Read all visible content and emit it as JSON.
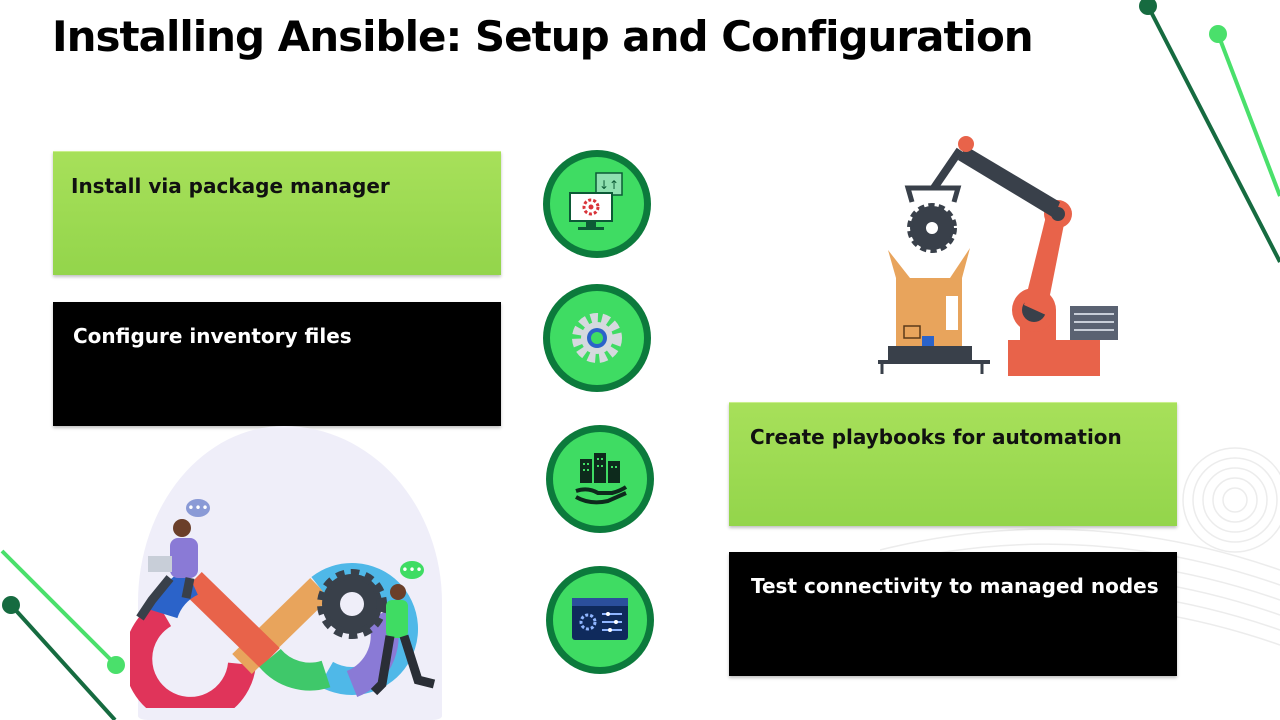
{
  "slide": {
    "title": "Installing Ansible: Setup and Configuration"
  },
  "steps": [
    {
      "label": "Install via package manager",
      "icon": "computer-sync-icon"
    },
    {
      "label": "Configure inventory files",
      "icon": "gear-icon"
    },
    {
      "label": "Create playbooks for automation",
      "icon": "building-hand-icon"
    },
    {
      "label": "Test connectivity to managed nodes",
      "icon": "dashboard-settings-icon"
    }
  ],
  "colors": {
    "green_card": "#9bd953",
    "black_card": "#000000",
    "icon_ring": "#0c7a3c",
    "icon_fill": "#3fdc63",
    "accent_line": "#166b40",
    "accent_line_light": "#4ae06b",
    "robot_arm": "#e8634a"
  }
}
